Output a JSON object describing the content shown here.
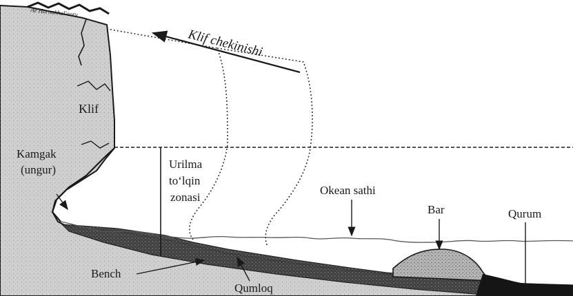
{
  "figure": {
    "labels": {
      "top_left": "Ae'Harnakhal'aorv",
      "klif_chekinishi": "Klif chekinishi",
      "klif": "Klif",
      "kamgak_1": "Kamgak",
      "kamgak_2": "(ungur)",
      "urilma_1": "Urilma",
      "urilma_2": "to‘lqin",
      "urilma_3": "zonasi",
      "okean_sathi": "Okean sathi",
      "bar": "Bar",
      "qurum": "Qurum",
      "bench": "Bench",
      "qumloq": "Qumloq"
    },
    "colors": {
      "cliff": "#c8c8c8",
      "stroke": "#1a1a1a",
      "water_line": "#555555",
      "bar_fill": "#bdbdbd",
      "sediment_dark": "#2a2a2a"
    }
  }
}
